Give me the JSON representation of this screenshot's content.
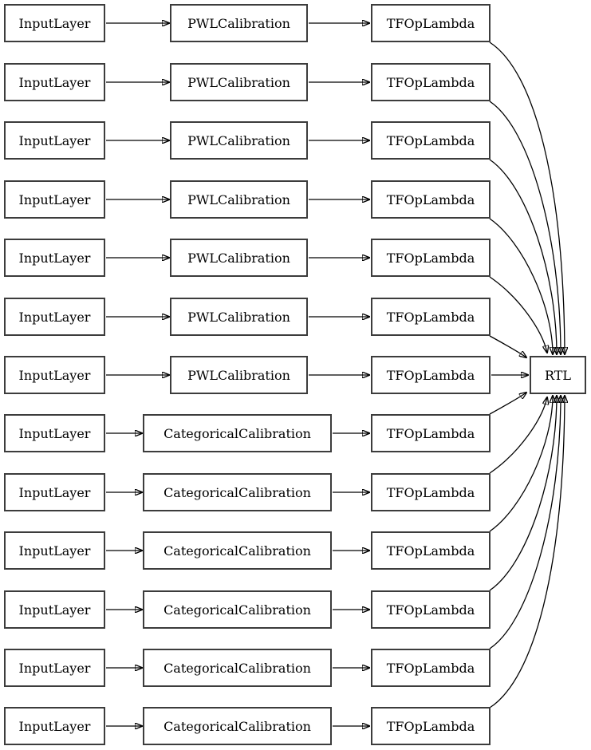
{
  "diagram": {
    "background_color": "#ffffff",
    "node_border_color": "#3c3c3c",
    "edge_color": "#000000",
    "text_color": "#000000",
    "output": {
      "label": "RTL"
    },
    "rows": [
      {
        "input": "InputLayer",
        "calibration": "PWLCalibration",
        "lambda": "TFOpLambda"
      },
      {
        "input": "InputLayer",
        "calibration": "PWLCalibration",
        "lambda": "TFOpLambda"
      },
      {
        "input": "InputLayer",
        "calibration": "PWLCalibration",
        "lambda": "TFOpLambda"
      },
      {
        "input": "InputLayer",
        "calibration": "PWLCalibration",
        "lambda": "TFOpLambda"
      },
      {
        "input": "InputLayer",
        "calibration": "PWLCalibration",
        "lambda": "TFOpLambda"
      },
      {
        "input": "InputLayer",
        "calibration": "PWLCalibration",
        "lambda": "TFOpLambda"
      },
      {
        "input": "InputLayer",
        "calibration": "PWLCalibration",
        "lambda": "TFOpLambda"
      },
      {
        "input": "InputLayer",
        "calibration": "CategoricalCalibration",
        "lambda": "TFOpLambda"
      },
      {
        "input": "InputLayer",
        "calibration": "CategoricalCalibration",
        "lambda": "TFOpLambda"
      },
      {
        "input": "InputLayer",
        "calibration": "CategoricalCalibration",
        "lambda": "TFOpLambda"
      },
      {
        "input": "InputLayer",
        "calibration": "CategoricalCalibration",
        "lambda": "TFOpLambda"
      },
      {
        "input": "InputLayer",
        "calibration": "CategoricalCalibration",
        "lambda": "TFOpLambda"
      },
      {
        "input": "InputLayer",
        "calibration": "CategoricalCalibration",
        "lambda": "TFOpLambda"
      }
    ]
  }
}
